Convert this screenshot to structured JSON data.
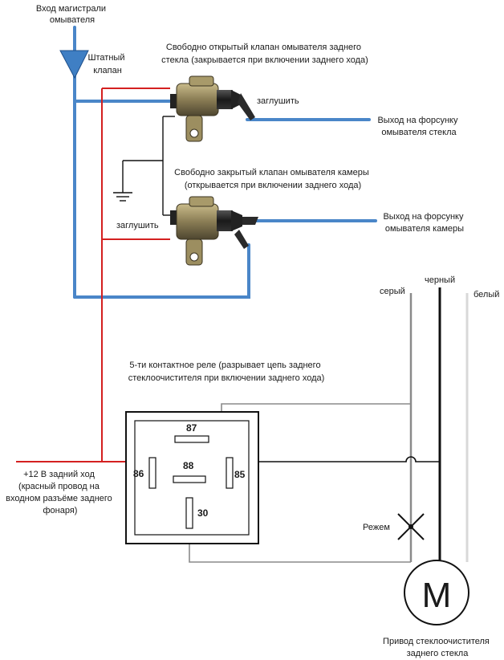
{
  "labels": {
    "inlet": [
      "Вход магистрали",
      "омывателя"
    ],
    "stock_valve": [
      "Штатный",
      "клапан"
    ],
    "valve_top": [
      "Свободно открытый клапан омывателя заднего",
      "стекла (закрывается при включении заднего хода)"
    ],
    "plug1": "заглушить",
    "out_rear": [
      "Выход на форсунку",
      "омывателя стекла"
    ],
    "valve_bottom": [
      "Свободно закрытый клапан омывателя камеры",
      "(открывается при включении заднего хода)"
    ],
    "plug2": "заглушить",
    "out_cam": [
      "Выход на форсунку",
      "омывателя камеры"
    ],
    "wire_grey": "серый",
    "wire_black": "черный",
    "wire_white": "белый",
    "relay": [
      "5-ти контактное реле (разрывает цепь заднего",
      "стеклоочистителя при включении заднего хода)"
    ],
    "power": [
      "+12 В задний ход",
      "(красный провод на",
      "входном разъёме заднего",
      "фонаря)"
    ],
    "cut": "Режем",
    "motor": [
      "Привод стеклоочистителя",
      "заднего стекла"
    ],
    "motor_symbol": "M"
  },
  "relay_pins": {
    "p87": "87",
    "p88": "88",
    "p86": "86",
    "p85": "85",
    "p30": "30"
  },
  "colors": {
    "water_line": "#4a86c8",
    "positive_wire": "#d42020",
    "grey_wire": "#8a8a8a",
    "black_wire": "#111111",
    "white_wire": "#d8d8d8",
    "green_wire": "#5aa55a",
    "valve_body": "#8a7d55"
  }
}
